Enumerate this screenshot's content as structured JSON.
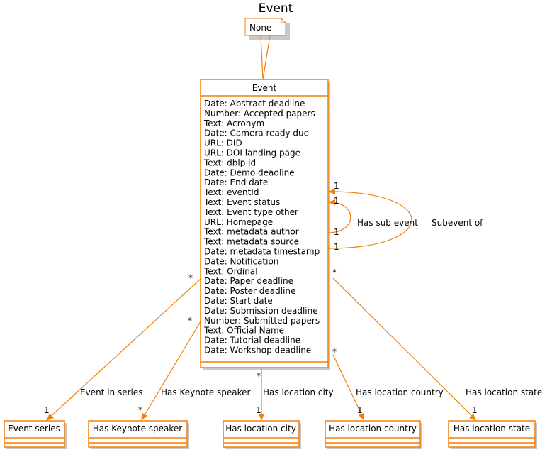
{
  "diagram": {
    "title": "Event",
    "note": {
      "text": "None"
    },
    "main_class": {
      "name": "Event",
      "attributes": [
        "Date: Abstract deadline",
        "Number: Accepted papers",
        "Text: Acronym",
        "Date: Camera ready due",
        "URL: DID",
        "URL: DOI landing page",
        "Text: dblp id",
        "Date: Demo deadline",
        "Date: End date",
        "Text: eventId",
        "Text: Event status",
        "Text: Event type other",
        "URL: Homepage",
        "Text: metadata author",
        "Text: metadata source",
        "Date: metadata timestamp",
        "Date: Notification",
        "Text: Ordinal",
        "Date: Paper deadline",
        "Date: Poster deadline",
        "Date: Start date",
        "Date: Submission deadline",
        "Number: Submitted papers",
        "Text: Official Name",
        "Date: Tutorial deadline",
        "Date: Workshop deadline"
      ]
    },
    "target_classes": [
      {
        "name": "Event series"
      },
      {
        "name": "Has Keynote speaker"
      },
      {
        "name": "Has location city"
      },
      {
        "name": "Has location country"
      },
      {
        "name": "Has location state"
      }
    ],
    "relations": [
      {
        "label": "Event in series",
        "from_mult": "*",
        "to_mult": "1"
      },
      {
        "label": "Has Keynote speaker",
        "from_mult": "*",
        "to_mult": "*"
      },
      {
        "label": "Has location city",
        "from_mult": "*",
        "to_mult": "1"
      },
      {
        "label": "Has location country",
        "from_mult": "*",
        "to_mult": "1"
      },
      {
        "label": "Has location state",
        "from_mult": "*",
        "to_mult": "1"
      }
    ],
    "self_relations": [
      {
        "label": "Has sub event",
        "from_mult": "1",
        "to_mult": "1"
      },
      {
        "label": "Subevent of",
        "from_mult": "1",
        "to_mult": "1"
      }
    ]
  }
}
